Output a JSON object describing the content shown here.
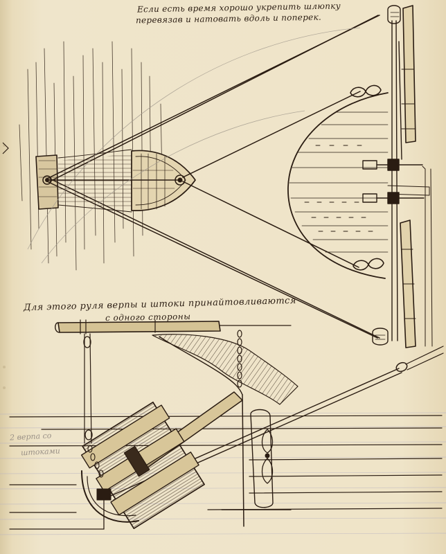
{
  "notebook_page": {
    "top_caption": {
      "line1": "Если есть время хорошо укрепить шлюпку",
      "line2": "перевязав и натовать вдоль и поперек."
    },
    "middle_caption": {
      "line1": "Для этого руля верпы и штоки принайтовливаются",
      "line2": "с одного стороны"
    },
    "pencil_note": {
      "line1": "2 верпа со",
      "line2": "штоками"
    }
  }
}
